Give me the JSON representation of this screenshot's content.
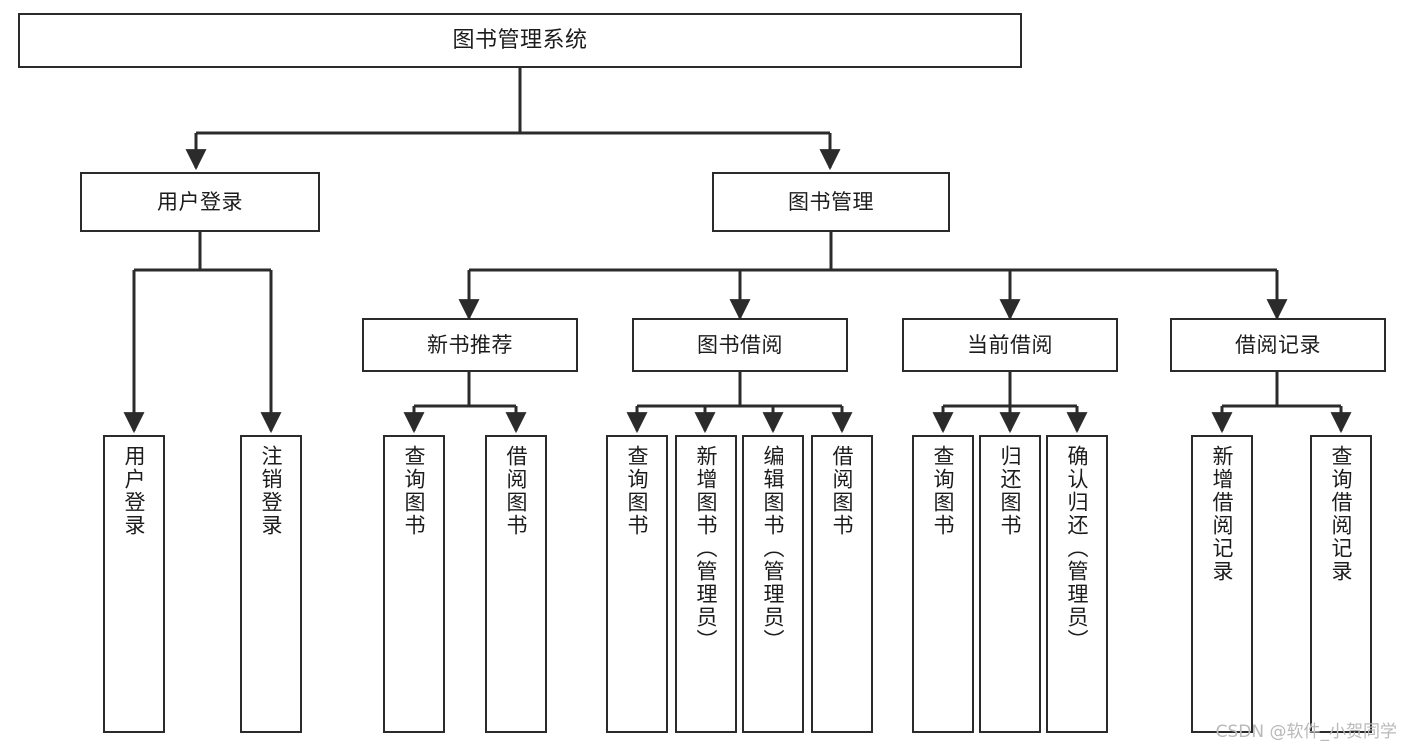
{
  "diagram": {
    "title": "图书管理系统",
    "watermark": "CSDN @软件_小贺同学",
    "line_color": "#2b2b2b",
    "box_fill": "#ffffff",
    "text_color": "#1c1c1c",
    "watermark_color": "#b9b9b9"
  },
  "nodes": {
    "root": {
      "label": "图书管理系统"
    },
    "level2": [
      {
        "label": "用户登录"
      },
      {
        "label": "图书管理"
      }
    ],
    "level3": [
      {
        "label": "新书推荐"
      },
      {
        "label": "图书借阅"
      },
      {
        "label": "当前借阅"
      },
      {
        "label": "借阅记录"
      }
    ],
    "leaves": {
      "user_login": [
        {
          "label": "用户登录"
        },
        {
          "label": "注销登录"
        }
      ],
      "new_book_recommend": [
        {
          "label": "查询图书"
        },
        {
          "label": "借阅图书"
        }
      ],
      "book_borrow": [
        {
          "label": "查询图书"
        },
        {
          "label": "新增图书（管理员）"
        },
        {
          "label": "编辑图书（管理员）"
        },
        {
          "label": "借阅图书"
        }
      ],
      "current_borrow": [
        {
          "label": "查询图书"
        },
        {
          "label": "归还图书"
        },
        {
          "label": "确认归还（管理员）"
        }
      ],
      "borrow_record": [
        {
          "label": "新增借阅记录"
        },
        {
          "label": "查询借阅记录"
        }
      ]
    }
  }
}
